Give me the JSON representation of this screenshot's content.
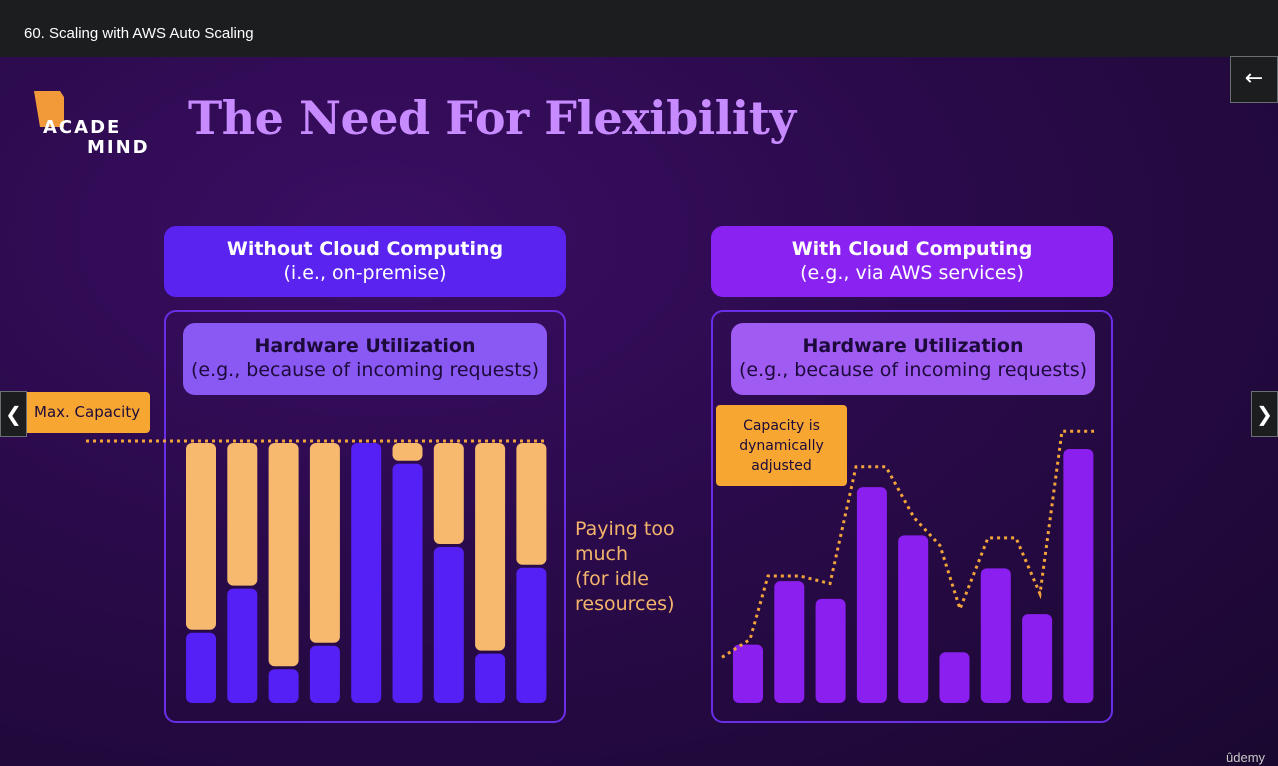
{
  "lecture": {
    "title": "60. Scaling with AWS Auto Scaling"
  },
  "slide": {
    "title": "The Need For Flexibility",
    "logo": {
      "line1": "ACADE",
      "line2": "MIND",
      "letter_a": "A"
    },
    "left_panel": {
      "header_line1": "Without Cloud Computing",
      "header_line2": "(i.e., on-premise)",
      "hw_title": "Hardware Utilization",
      "hw_subtitle": "(e.g., because of incoming requests)"
    },
    "right_panel": {
      "header_line1": "With Cloud Computing",
      "header_line2": "(e.g., via AWS services)",
      "hw_title": "Hardware Utilization",
      "hw_subtitle": "(e.g., because of incoming requests)"
    },
    "max_capacity_label": "Max. Capacity",
    "capacity_note": [
      "Capacity is",
      "dynamically",
      "adjusted"
    ],
    "paying_note": [
      "Paying too",
      "much",
      "(for idle",
      "resources)"
    ]
  },
  "colors": {
    "used": "#5420f5",
    "idle": "#f7b96e",
    "cloud_bar": "#8b1ff0",
    "left_header": "#5a23f0",
    "right_header": "#8a22f2",
    "hw_left": "#8a58f2",
    "hw_right": "#a05bf2",
    "capacity_line": "#f2a43a"
  },
  "chart_data": [
    {
      "type": "bar",
      "series": [
        {
          "name": "used",
          "values": [
            0.27,
            0.44,
            0.13,
            0.22,
            1.0,
            0.92,
            0.6,
            0.19,
            0.52
          ]
        },
        {
          "name": "idle",
          "values": [
            0.73,
            0.56,
            0.87,
            0.78,
            0.0,
            0.08,
            0.4,
            0.81,
            0.48
          ]
        }
      ],
      "ylim": [
        0,
        1
      ]
    },
    {
      "type": "bar",
      "values": [
        0.23,
        0.48,
        0.41,
        0.85,
        0.66,
        0.2,
        0.53,
        0.35,
        1.0
      ],
      "capacity_line": [
        0.18,
        0.25,
        0.5,
        0.5,
        0.47,
        0.93,
        0.93,
        0.73,
        0.62,
        0.37,
        0.65,
        0.65,
        0.43,
        1.07,
        1.07
      ],
      "ylim": [
        0,
        1
      ]
    }
  ]
}
